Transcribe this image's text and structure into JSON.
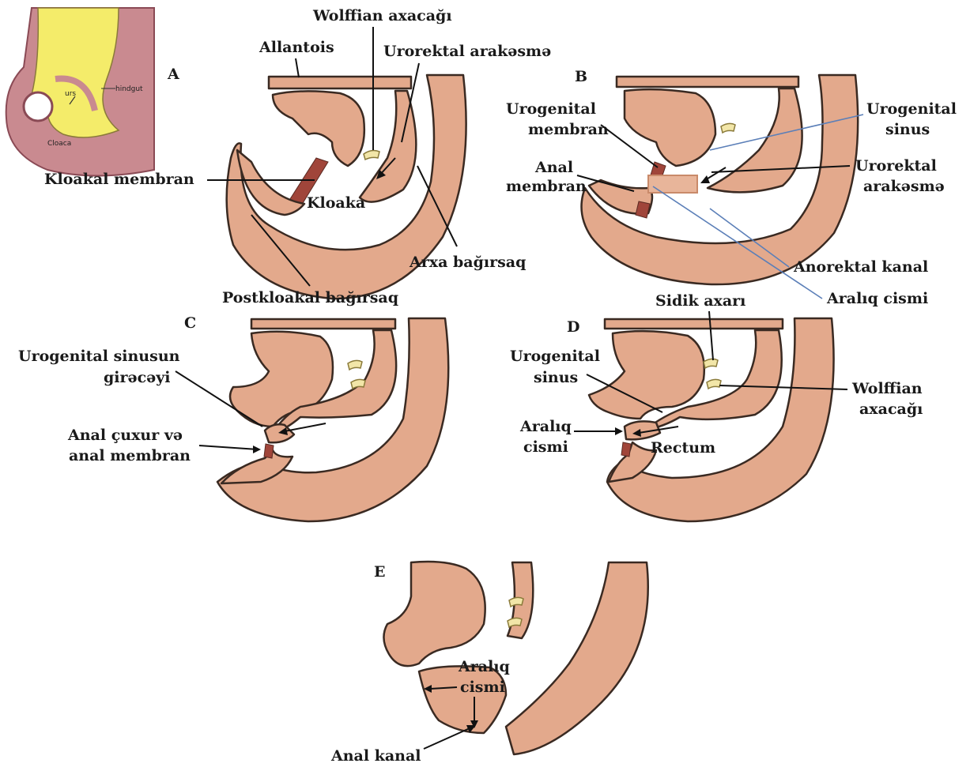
{
  "panels": {
    "a": "A",
    "b": "B",
    "c": "C",
    "d": "D",
    "e": "E"
  },
  "inset": {
    "urs": "urs",
    "hindgut": "hindgut",
    "cloaca": "Cloaca"
  },
  "labels": {
    "wolffian_top": "Wolffian axacağı",
    "allantois": "Allantois",
    "urorectal_a": "Urorektal arakəsmə",
    "cloacal_membrane": "Kloakal membran",
    "cloaca": "Kloaka",
    "hindgut": "Arxa bağırsaq",
    "postcloacal": "Postkloakal bağırsaq",
    "urogenital_membrane_1": "Urogenital",
    "urogenital_membrane_2": "membran",
    "anal_membrane_1": "Anal",
    "anal_membrane_2": "membran",
    "urogenital_sinus_b_1": "Urogenital",
    "urogenital_sinus_b_2": "sinus",
    "urorectal_b_1": "Urorektal",
    "urorectal_b_2": "arakəsmə",
    "anorectal_canal": "Anorektal kanal",
    "perineal_body_b": "Aralıq cismi",
    "ug_sinus_opening_1": "Urogenital sinusun",
    "ug_sinus_opening_2": "girəcəyi",
    "anal_pit_1": "Anal çuxur və",
    "anal_pit_2": "anal membran",
    "ureter": "Sidik axarı",
    "urogenital_sinus_d_1": "Urogenital",
    "urogenital_sinus_d_2": "sinus",
    "perineal_body_d_1": "Aralıq",
    "perineal_body_d_2": "cismi",
    "rectum": "Rectum",
    "wolffian_d_1": "Wolffian",
    "wolffian_d_2": "axacağı",
    "perineal_body_e_1": "Aralıq",
    "perineal_body_e_2": "cismi",
    "anal_canal": "Anal kanal"
  },
  "colors": {
    "tissue": "#e3a98c",
    "membrane": "#a0453a",
    "duct": "#f2e6a8",
    "inset_bg": "#c98a90",
    "inset_yellow": "#f4ec6a",
    "blue_pointer": "#5b7fb8"
  }
}
